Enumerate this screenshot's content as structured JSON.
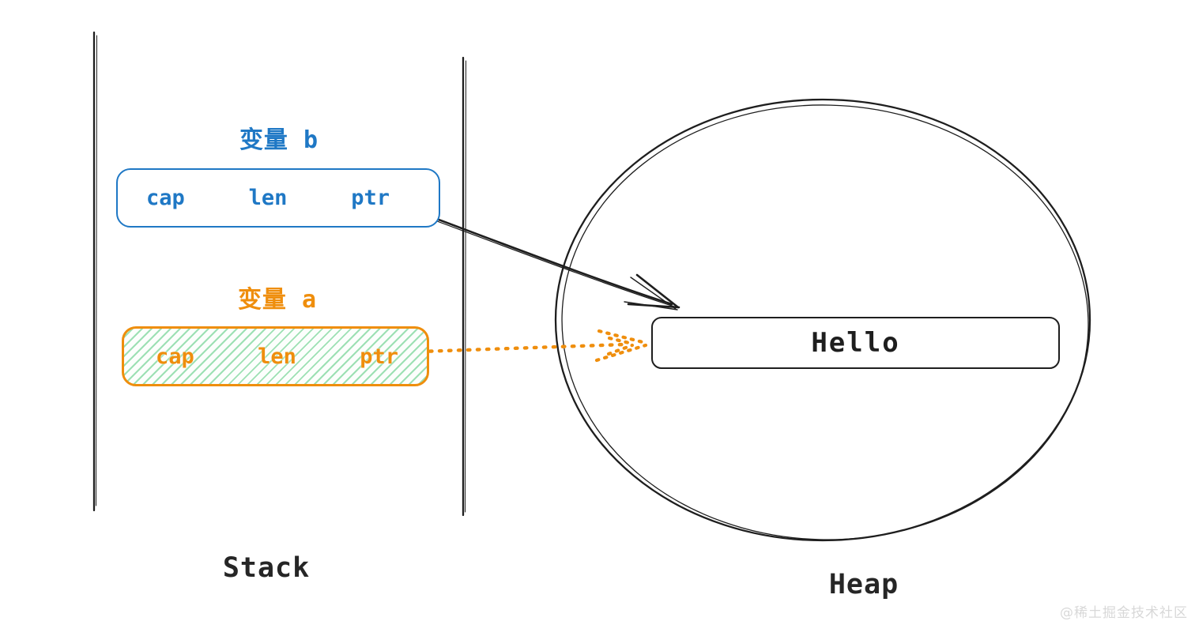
{
  "colors": {
    "blue": "#1f78c5",
    "orange": "#ef8e0d",
    "ink": "#1e1e1e",
    "hatch": "#7dd69b",
    "watermark": "#d8d8d8"
  },
  "stack": {
    "label": "Stack",
    "var_b": {
      "label": "变量 b",
      "fields": [
        "cap",
        "len",
        "ptr"
      ]
    },
    "var_a": {
      "label": "变量 a",
      "fields": [
        "cap",
        "len",
        "ptr"
      ]
    }
  },
  "heap": {
    "label": "Heap",
    "string_value": "Hello"
  },
  "watermark_text": "@稀土掘金技术社区"
}
